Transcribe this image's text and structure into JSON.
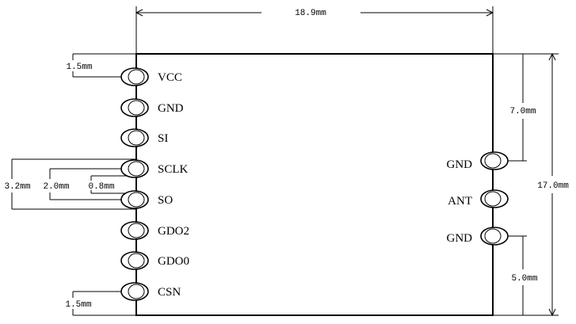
{
  "left_pins": [
    "VCC",
    "GND",
    "SI",
    "SCLK",
    "SO",
    "GDO2",
    "GDO0",
    "CSN"
  ],
  "right_pins": [
    "GND",
    "ANT",
    "GND"
  ],
  "dimensions": {
    "width": "18.9mm",
    "height": "17.0mm",
    "top_margin": "1.5mm",
    "bottom_margin": "1.5mm",
    "span_3_2": "3.2mm",
    "span_2_0": "2.0mm",
    "span_0_8": "0.8mm",
    "right_top": "7.0mm",
    "right_bottom": "5.0mm"
  }
}
